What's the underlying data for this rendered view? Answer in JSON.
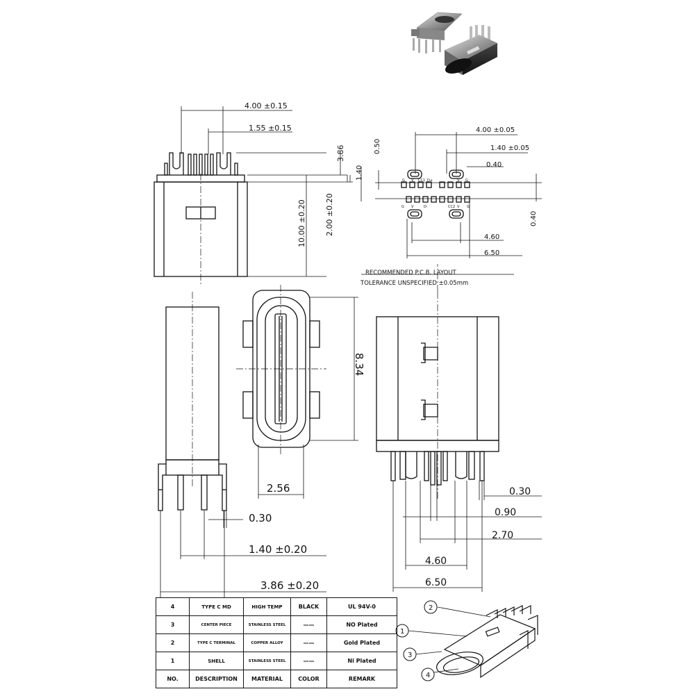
{
  "dimensions": {
    "top_width": "4.00 ±0.15",
    "pin_pitch": "1.55 ±0.15",
    "pin_len": "3.86",
    "body_height": "10.00 ±0.20",
    "standoff": "2.00 ±0.20",
    "side_thickness": "0.30",
    "side_span_pins": "1.40 ±0.20",
    "side_total": "3.86 ±0.20",
    "front_width": "2.56",
    "front_height": "8.34",
    "bottom_030": "0.30",
    "bottom_090": "0.90",
    "bottom_270": "2.70",
    "bottom_460": "4.60",
    "bottom_650": "6.50"
  },
  "pcb_layout": {
    "title": "RECOMMENDED  P.C.B. LAYOUT",
    "tolerance": "TOLERANCE UNSPECIFIED ±0.05mm",
    "d_400": "4.00 ±0.05",
    "d_140": "1.40 ±0.05",
    "d_040": "0.40",
    "d_460": "4.60",
    "d_650": "6.50",
    "d_386": "3.86",
    "d_050": "0.50",
    "d_140v": "1.40",
    "d_040v": "0.40",
    "pad_labels_top": [
      "G",
      "V",
      "CC1",
      "D+",
      "V",
      "G"
    ],
    "pad_labels_bottom": [
      "G",
      "V",
      "D-",
      "CC2",
      "V",
      "G"
    ]
  },
  "bom": {
    "rows": [
      {
        "no": "4",
        "description": "TYPE C MD",
        "material": "HIGH TEMP",
        "color": "BLACK",
        "remark": "UL 94V-0"
      },
      {
        "no": "3",
        "description": "CENTER PIECE",
        "material": "STAINLESS STEEL",
        "color": "——",
        "remark": "NO Plated"
      },
      {
        "no": "2",
        "description": "TYPE C TERMINAL",
        "material": "COPPER ALLOY",
        "color": "——",
        "remark": "Gold Plated"
      },
      {
        "no": "1",
        "description": "SHELL",
        "material": "STAINLESS STEEL",
        "color": "——",
        "remark": "Ni Plated"
      }
    ],
    "header": {
      "no": "NO.",
      "description": "DESCRIPTION",
      "material": "MATERIAL",
      "color": "COLOR",
      "remark": "REMARK"
    }
  },
  "callouts": [
    "1",
    "2",
    "3",
    "4"
  ]
}
